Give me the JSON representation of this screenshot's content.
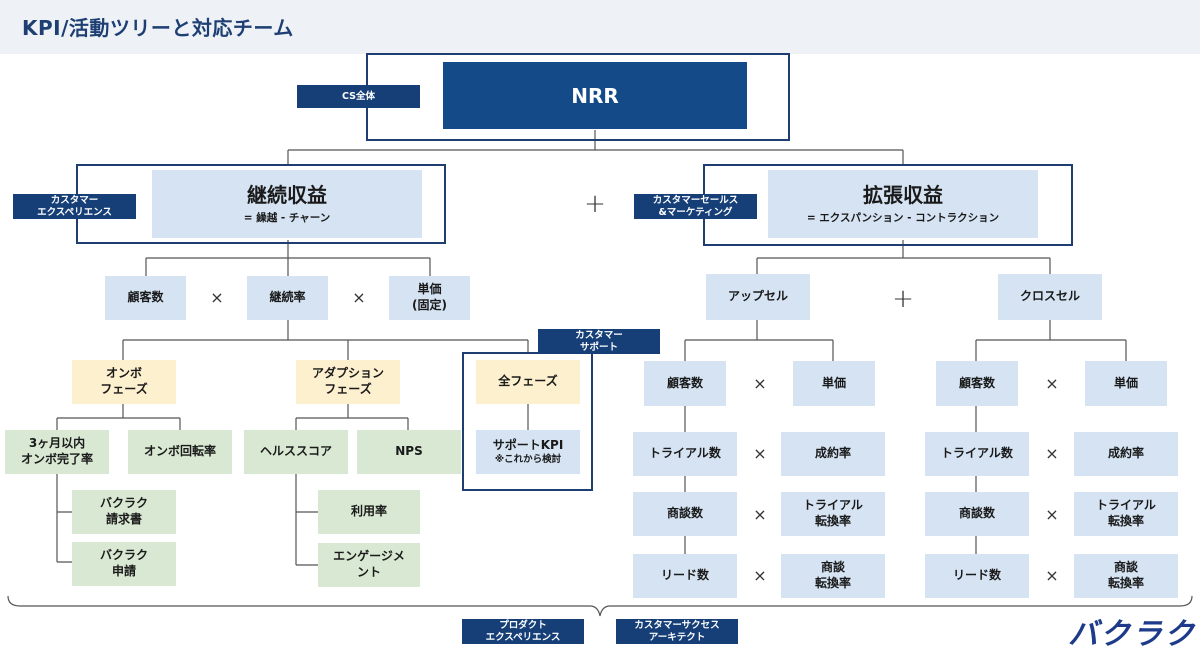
{
  "title": "KPI/活動ツリーと対応チーム",
  "top": {
    "label": "NRR",
    "tag": "CS全体"
  },
  "left": {
    "main": "継続収益",
    "sub": "= 繰越 - チャーン",
    "tag_line1": "カスタマー",
    "tag_line2": "エクスペリエンス",
    "factors": [
      "顧客数",
      "継続率",
      "単価",
      "(固定)"
    ],
    "ops": [
      "×",
      "×"
    ],
    "onbo": [
      "オンボ",
      "フェーズ"
    ],
    "adoption": [
      "アダプション",
      "フェーズ"
    ],
    "support_tag": [
      "カスタマー",
      "サポート"
    ],
    "all_phase": "全フェーズ",
    "support_kpi": "サポートKPI",
    "support_note": "※これから検討",
    "onbo_items": [
      "3ヶ月以内",
      "オンボ完了率",
      "オンボ回転率"
    ],
    "onbo_sub": [
      [
        "バクラク",
        "請求書"
      ],
      [
        "バクラク",
        "申請"
      ]
    ],
    "adoption_items": [
      "ヘルススコア",
      "NPS"
    ],
    "adoption_sub": [
      "利用率",
      "エンゲージメ",
      "ント"
    ]
  },
  "right": {
    "main": "拡張収益",
    "sub": "= エクスパンション - コントラクション",
    "tag_line1": "カスタマーセールス",
    "tag_line2": "&マーケティング",
    "upsell": "アップセル",
    "crosssell": "クロスセル",
    "cells": {
      "customers": "顧客数",
      "unit_price": "単価",
      "trials": "トライアル数",
      "close_rate": "成約率",
      "deals": "商談数",
      "trial_conv": [
        "トライアル",
        "転換率"
      ],
      "leads": "リード数",
      "deal_conv": [
        "商談",
        "転換率"
      ]
    }
  },
  "operators": {
    "plus": "+",
    "times": "×"
  },
  "bottom": {
    "tag1": [
      "プロダクト",
      "エクスペリエンス"
    ],
    "tag2": [
      "カスタマーサクセス",
      "アーキテクト"
    ]
  },
  "logo": "バクラク"
}
